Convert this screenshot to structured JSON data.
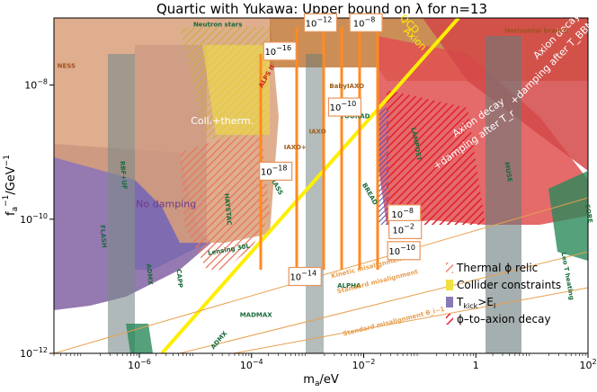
{
  "chart_data": {
    "type": "area",
    "title": "Quartic with Yukawa: Upper bound on λ for n=13",
    "xlabel": "m_a/eV",
    "ylabel": "f_a^{-1}/GeV^{-1}",
    "xscale": "log",
    "yscale": "log",
    "xlim": [
      3e-08,
      100
    ],
    "ylim": [
      1e-12,
      1e-07
    ],
    "x_ticks": [
      {
        "value": 1e-06,
        "base": "10",
        "exp": "−6"
      },
      {
        "value": 0.0001,
        "base": "10",
        "exp": "−4"
      },
      {
        "value": 0.01,
        "base": "10",
        "exp": "−2"
      },
      {
        "value": 1,
        "text": "1"
      },
      {
        "value": 100,
        "base": "10",
        "exp": "2"
      }
    ],
    "y_ticks": [
      {
        "value": 1e-12,
        "base": "10",
        "exp": "−12"
      },
      {
        "value": 1e-10,
        "base": "10",
        "exp": "−10"
      },
      {
        "value": 1e-08,
        "base": "10",
        "exp": "−8"
      }
    ],
    "legend": {
      "position": "lower-right",
      "entries": [
        {
          "label": "Thermal ϕ relic",
          "color": "#e8745a",
          "hatch": true
        },
        {
          "label": "Collider constraints",
          "color": "#f0e040",
          "hatch": false
        },
        {
          "label_base": "T",
          "label_sub": "kick",
          "label_rest": ">E",
          "label_sub2": "I",
          "color": "#8878b8",
          "hatch": false
        },
        {
          "label": "ϕ–to–axion decay",
          "color": "#e02030",
          "hatch": true
        }
      ]
    },
    "lambda_bounds": [
      {
        "label": "10",
        "exp": "−12",
        "x": 0.0017,
        "y": 8.5e-08
      },
      {
        "label": "10",
        "exp": "−8",
        "x": 0.011,
        "y": 8.5e-08
      },
      {
        "label": "10",
        "exp": "−16",
        "x": 0.00032,
        "y": 3.2e-08
      },
      {
        "label": "10",
        "exp": "−10",
        "x": 0.0046,
        "y": 4.7e-09
      },
      {
        "label": "10",
        "exp": "−18",
        "x": 0.00027,
        "y": 5.2e-10
      },
      {
        "label": "10",
        "exp": "−8",
        "x": 0.053,
        "y": 1.2e-10
      },
      {
        "label": "10",
        "exp": "−2",
        "x": 0.055,
        "y": 7e-11
      },
      {
        "label": "10",
        "exp": "−10",
        "x": 0.052,
        "y": 3.4e-11
      },
      {
        "label": "10",
        "exp": "−14",
        "x": 0.0009,
        "y": 1.4e-11
      }
    ],
    "annotations": [
      {
        "text": "QCD",
        "x": 0.06,
        "y": 7.5e-08,
        "color": "#ffee00",
        "size": 11,
        "rot": -45
      },
      {
        "text": "Axion",
        "x": 0.075,
        "y": 4.5e-08,
        "color": "#ffee00",
        "size": 11,
        "rot": -45
      },
      {
        "text": "Coll.+therm.",
        "x": 3e-05,
        "y": 2.6e-09,
        "color": "#ffffff",
        "size": 11,
        "rot": 0
      },
      {
        "text": "No damping",
        "x": 3e-06,
        "y": 1.5e-10,
        "color": "#6a3a8a",
        "size": 11,
        "rot": 0
      },
      {
        "text": "Axion decay",
        "x": 1.2,
        "y": 3e-09,
        "color": "#ffffff",
        "size": 11,
        "rot": 35
      },
      {
        "text": "+damping after T_r",
        "x": 1.0,
        "y": 1.4e-09,
        "color": "#ffffff",
        "size": 11,
        "rot": 35
      },
      {
        "text": "Axion decay",
        "x": 30,
        "y": 5e-08,
        "color": "#ffffff",
        "size": 11,
        "rot": 45
      },
      {
        "text": "+damping after T_BBN",
        "x": 25,
        "y": 2e-08,
        "color": "#ffffff",
        "size": 11,
        "rot": 45
      },
      {
        "text": "Horizontal branch",
        "x": 12,
        "y": 6e-08,
        "color": "#a05020",
        "size": 7,
        "rot": 0
      },
      {
        "text": "NESS",
        "x": 5e-08,
        "y": 1.8e-08,
        "color": "#a05020",
        "size": 7,
        "rot": 0
      },
      {
        "text": "Neutron stars",
        "x": 2.5e-05,
        "y": 7.5e-08,
        "color": "#1a6a3a",
        "size": 7,
        "rot": 0
      },
      {
        "text": "ALPS II",
        "x": 0.0002,
        "y": 1.3e-08,
        "color": "#d02020",
        "size": 7,
        "rot": 60
      },
      {
        "text": "BabyIAXO",
        "x": 0.005,
        "y": 9e-09,
        "color": "#a06020",
        "size": 7,
        "rot": 0
      },
      {
        "text": "TOORAD",
        "x": 0.007,
        "y": 3.2e-09,
        "color": "#1a6a3a",
        "size": 7,
        "rot": 0
      },
      {
        "text": "IAXO",
        "x": 0.0015,
        "y": 1.9e-09,
        "color": "#a06020",
        "size": 7,
        "rot": 0
      },
      {
        "text": "IAXO+",
        "x": 0.0006,
        "y": 1.1e-09,
        "color": "#a06020",
        "size": 7,
        "rot": 0
      },
      {
        "text": "LAMPOST",
        "x": 0.08,
        "y": 1.3e-09,
        "color": "#1a6a3a",
        "size": 7,
        "rot": -80
      },
      {
        "text": "MUSE",
        "x": 3.5,
        "y": 5e-10,
        "color": "#1a6a3a",
        "size": 7,
        "rot": -80
      },
      {
        "text": "BREAD",
        "x": 0.012,
        "y": 2.3e-10,
        "color": "#1a6a3a",
        "size": 7,
        "rot": -60
      },
      {
        "text": "BRASS",
        "x": 0.00025,
        "y": 3.2e-10,
        "color": "#1a6a3a",
        "size": 7,
        "rot": -60
      },
      {
        "text": "HAYSTAC",
        "x": 3.5e-05,
        "y": 1.4e-10,
        "color": "#1a6a3a",
        "size": 7,
        "rot": -85
      },
      {
        "text": "RBF+UF",
        "x": 4.8e-07,
        "y": 4.5e-10,
        "color": "#1a6a3a",
        "size": 7,
        "rot": -85
      },
      {
        "text": "FLASH",
        "x": 2.1e-07,
        "y": 5.5e-11,
        "color": "#1a6a3a",
        "size": 7,
        "rot": -85
      },
      {
        "text": "ADMX",
        "x": 1.4e-06,
        "y": 1.5e-11,
        "color": "#1a6a3a",
        "size": 7,
        "rot": -85
      },
      {
        "text": "CAPP",
        "x": 4.8e-06,
        "y": 1.3e-11,
        "color": "#1a6a3a",
        "size": 7,
        "rot": -85
      },
      {
        "text": "Lensing 30L",
        "x": 4e-05,
        "y": 3.3e-11,
        "color": "#1a6a3a",
        "size": 7,
        "rot": 10
      },
      {
        "text": "MADMAX",
        "x": 0.00012,
        "y": 3.5e-12,
        "color": "#1a6a3a",
        "size": 7,
        "rot": 0
      },
      {
        "text": "ALPHA",
        "x": 0.0055,
        "y": 9.5e-12,
        "color": "#1a6a3a",
        "size": 7,
        "rot": 0
      },
      {
        "text": "ADMX",
        "x": 2.8e-05,
        "y": 1.5e-12,
        "color": "#1a6a3a",
        "size": 7,
        "rot": 50
      },
      {
        "text": "CORE",
        "x": 95,
        "y": 1.2e-10,
        "color": "#1a6a3a",
        "size": 7,
        "rot": -80
      },
      {
        "text": "Leo T heating",
        "x": 40,
        "y": 1.4e-11,
        "color": "#1a6a3a",
        "size": 7,
        "rot": -80
      },
      {
        "text": "Kinetic misalignment",
        "x": 0.012,
        "y": 1.8e-11,
        "color": "#e8a050",
        "size": 7,
        "rot": 14
      },
      {
        "text": "Standard misalignment",
        "x": 0.018,
        "y": 1.1e-11,
        "color": "#e8a050",
        "size": 7,
        "rot": 14
      },
      {
        "text": "Standard misalignment θ_i∼1",
        "x": 0.035,
        "y": 2.8e-12,
        "color": "#e8a050",
        "size": 7,
        "rot": 14
      }
    ]
  }
}
